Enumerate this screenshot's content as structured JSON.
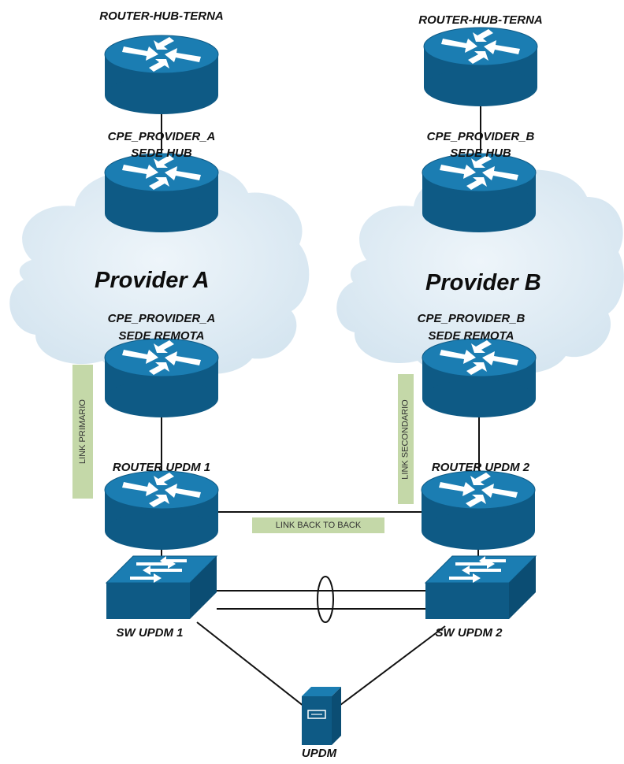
{
  "labels": {
    "router_hub_a": "ROUTER-HUB-TERNA",
    "router_hub_b": "ROUTER-HUB-TERNA",
    "cpe_a_hub_line1": "CPE_PROVIDER_A",
    "cpe_a_hub_line2": "SEDE HUB",
    "cpe_b_hub_line1": "CPE_PROVIDER_B",
    "cpe_b_hub_line2": "SEDE HUB",
    "provider_a": "Provider A",
    "provider_b": "Provider B",
    "cpe_a_remote_line1": "CPE_PROVIDER_A",
    "cpe_a_remote_line2": "SEDE REMOTA",
    "cpe_b_remote_line1": "CPE_PROVIDER_B",
    "cpe_b_remote_line2": "SEDE REMOTA",
    "router_updm_1": "ROUTER UPDM 1",
    "router_updm_2": "ROUTER UPDM 2",
    "sw_updm_1": "SW UPDM 1",
    "sw_updm_2": "SW UPDM 2",
    "updm": "UPDM"
  },
  "link_tags": {
    "primary": "LINK PRIMARIO",
    "secondary": "LINK SECONDARIO",
    "back_to_back": "LINK BACK TO BACK"
  },
  "colors": {
    "device_blue": "#0f5f8c",
    "device_top": "#1a7bb0",
    "cloud_fill": "#dce9f2",
    "tag_green": "#c4d8a8",
    "line": "#111111"
  }
}
